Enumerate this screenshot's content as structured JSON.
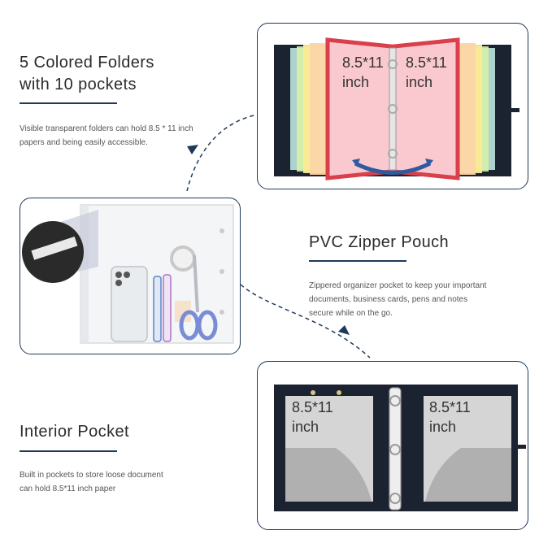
{
  "sections": {
    "folders": {
      "title_line1": "5 Colored Folders",
      "title_line2": "with 10 pockets",
      "desc_line1": "Visible transparent folders can hold 8.5 * 11 inch",
      "desc_line2": "papers and being easily accessible.",
      "left_label_line1": "8.5*11",
      "left_label_line2": "inch",
      "right_label_line1": "8.5*11",
      "right_label_line2": "inch"
    },
    "pouch": {
      "title": "PVC Zipper Pouch",
      "desc_line1": "Zippered organizer pocket to keep your important",
      "desc_line2": "documents, business cards, pens and notes",
      "desc_line3": "secure while on the go."
    },
    "interior": {
      "title": "Interior Pocket",
      "desc_line1": "Built in pockets to store loose document",
      "desc_line2": "can hold 8.5*11 inch paper",
      "left_label_line1": "8.5*11",
      "left_label_line2": "inch",
      "right_label_line1": "8.5*11",
      "right_label_line2": "inch"
    }
  },
  "colors": {
    "frame_border": "#1e3a5a",
    "binder": "#1b2230",
    "folder_red": "#d9404b",
    "folder_pink": "#f9c9cf",
    "connector": "#1e3a5a"
  }
}
